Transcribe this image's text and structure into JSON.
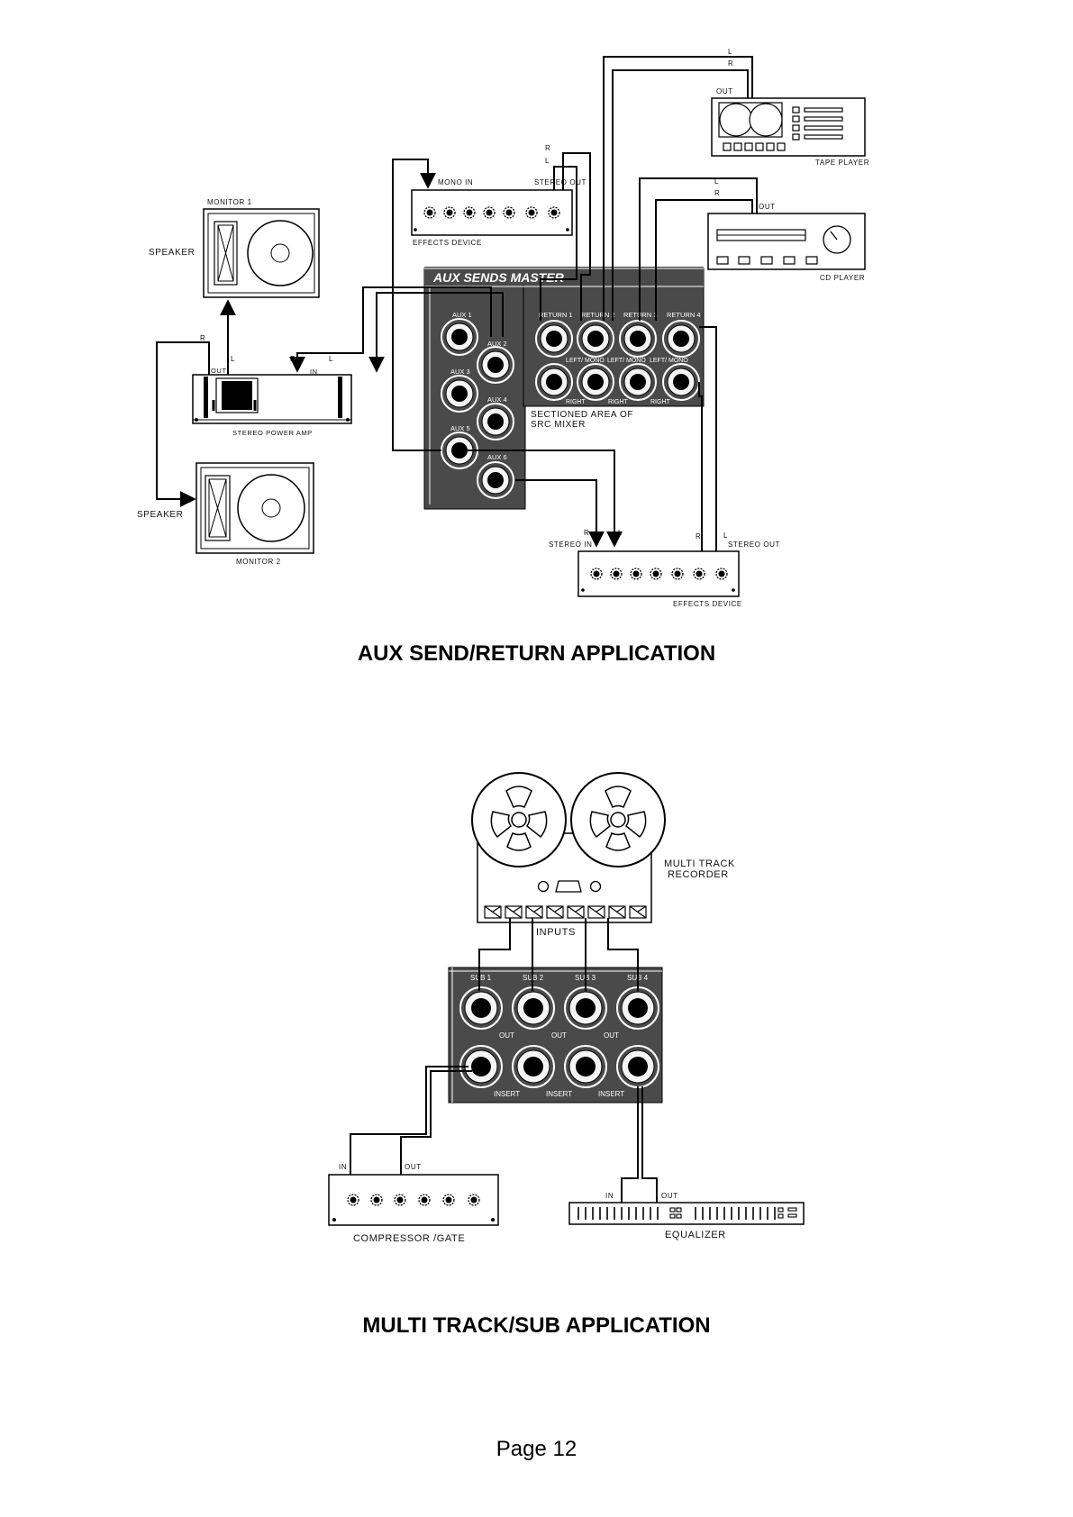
{
  "aux": {
    "title": "AUX SEND/RETURN APPLICATION",
    "tape_player": {
      "label": "TAPE PLAYER",
      "out": "OUT",
      "l": "L",
      "r": "R"
    },
    "cd_player": {
      "label": "CD PLAYER",
      "out": "OUT",
      "l": "L",
      "r": "R"
    },
    "effects_top": {
      "label": "EFFECTS DEVICE",
      "mono_in": "MONO IN",
      "stereo_out": "STEREO OUT",
      "r": "R",
      "l": "L"
    },
    "monitor1": {
      "label": "MONITOR 1",
      "speaker": "SPEAKER"
    },
    "monitor2": {
      "label": "MONITOR 2",
      "speaker": "SPEAKER"
    },
    "power_amp": {
      "label": "STEREO POWER AMP",
      "out": "OUT",
      "in": "IN",
      "r_out": "R",
      "l_out": "L",
      "r_in": "R",
      "l_in": "L"
    },
    "mixer": {
      "header": "AUX SENDS  MASTER",
      "aux": [
        "AUX 1",
        "AUX 2",
        "AUX 3",
        "AUX 4",
        "AUX 5",
        "AUX 6"
      ],
      "returns": [
        "RETURN 1",
        "RETURN 2",
        "RETURN 3",
        "RETURN 4"
      ],
      "left_mono": "LEFT/ MONO",
      "right": "RIGHT",
      "section_note_1": "SECTIONED AREA OF",
      "section_note_2": "SRC MIXER"
    },
    "effects_bottom": {
      "label": "EFFECTS DEVICE",
      "stereo_in": "STEREO IN",
      "stereo_out": "STEREO OUT",
      "r_in": "R",
      "l_in": "L",
      "r_out": "R",
      "l_out": "L"
    }
  },
  "sub": {
    "title": "MULTI TRACK/SUB APPLICATION",
    "recorder": {
      "label_1": "MULTI TRACK",
      "label_2": "RECORDER",
      "inputs": "INPUTS"
    },
    "subs": [
      "SUB 1",
      "SUB 2",
      "SUB 3",
      "SUB 4"
    ],
    "out": "OUT",
    "insert": "INSERT",
    "compressor": {
      "label": "COMPRESSOR /GATE",
      "in": "IN",
      "out": "OUT"
    },
    "equalizer": {
      "label": "EQUALIZER",
      "in": "IN",
      "out": "OUT"
    }
  },
  "page": "Page 12",
  "colors": {
    "panel": "#4a4a4a",
    "line": "#000000",
    "text": "#111111"
  }
}
